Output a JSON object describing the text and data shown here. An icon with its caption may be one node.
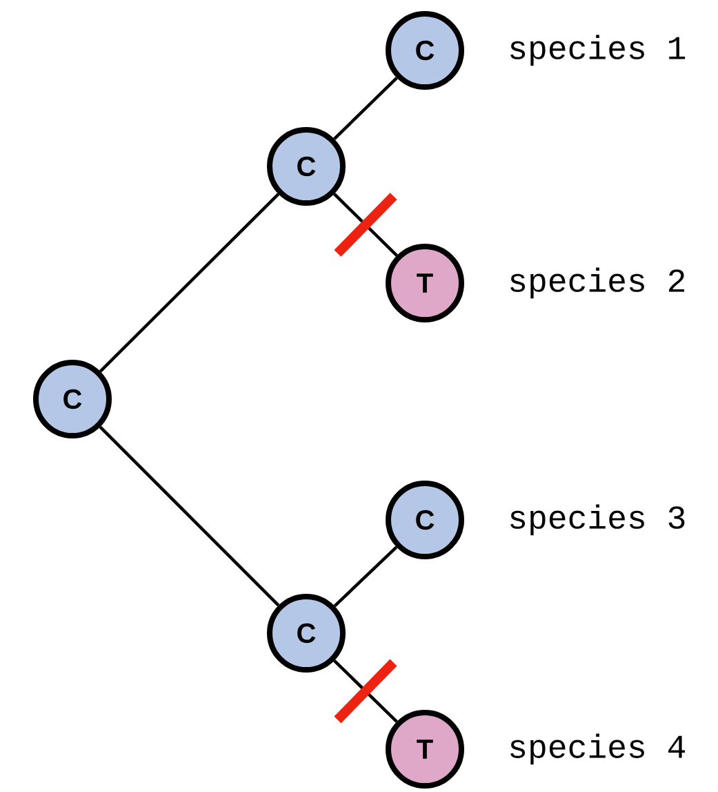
{
  "diagram": {
    "nodes": [
      {
        "text": [
          "C"
        ]
      },
      {
        "text": [
          "C"
        ]
      },
      {
        "text": [
          "C"
        ],
        "beside": [
          "species 1"
        ]
      },
      {
        "text": [
          "T"
        ],
        "beside": [
          "species 2"
        ]
      },
      {
        "text": [
          "C"
        ]
      },
      {
        "text": [
          "C"
        ],
        "beside": [
          "species 3"
        ]
      },
      {
        "text": [
          "T"
        ],
        "beside": [
          "species 4"
        ]
      }
    ],
    "edges": [
      {
        "from": 0,
        "to": 1,
        "arrow": "none"
      },
      {
        "from": 1,
        "to": 2,
        "arrow": "none"
      },
      {
        "from": 1,
        "to": 3,
        "arrow": "none"
      },
      {
        "from": 0,
        "to": 4,
        "arrow": "none"
      },
      {
        "from": 4,
        "to": 5,
        "arrow": "none"
      },
      {
        "from": 4,
        "to": 6,
        "arrow": "none"
      }
    ]
  }
}
